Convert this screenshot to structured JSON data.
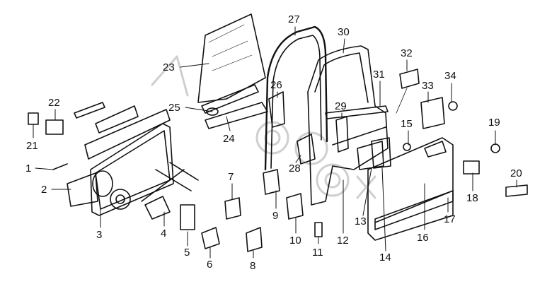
{
  "labels": [
    "1",
    "2",
    "3",
    "4",
    "5",
    "6",
    "7",
    "8",
    "9",
    "10",
    "11",
    "12",
    "13",
    "14",
    "15",
    "16",
    "17",
    "18",
    "19",
    "20",
    "21",
    "22",
    "23",
    "24",
    "25",
    "26",
    "27",
    "28",
    "29",
    "30",
    "31",
    "32",
    "33",
    "34"
  ],
  "watermark": "Autodoc",
  "colors": {
    "line": "#111111",
    "watermark": "#d0d0d0"
  }
}
